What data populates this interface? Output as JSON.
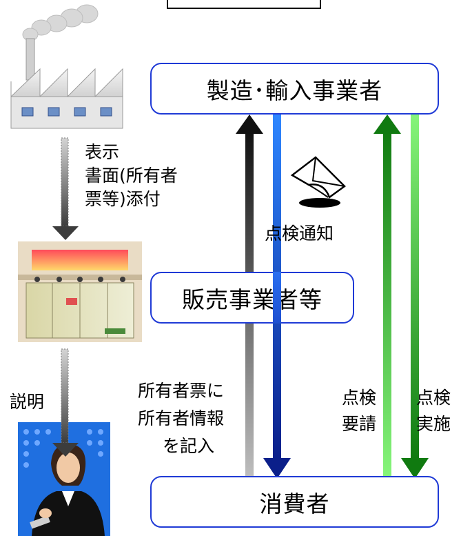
{
  "boxes": {
    "manufacturer": "製造･輸入事業者",
    "retailer": "販売事業者等",
    "consumer": "消費者"
  },
  "labels": {
    "display": "表示",
    "document_1": "書面(所有者",
    "document_2": "票等)添付",
    "explanation": "説明",
    "inspection_notice": "点検通知",
    "owner_form_1": "所有者票に",
    "owner_form_2": "所有者情報",
    "owner_form_3": "を記入",
    "inspection_request_1": "点検",
    "inspection_request_2": "要請",
    "inspection_done_1": "点検",
    "inspection_done_2": "実施"
  },
  "icons": {
    "factory": "factory-icon",
    "shop": "shop-icon",
    "person": "consumer-person-icon",
    "letter": "letter-icon"
  },
  "colors": {
    "box_border": "#1f3ad6",
    "arrow_black": "#111111",
    "arrow_blue": "#1a2fa0",
    "arrow_green": "#1f8f1f",
    "arrow_lightgreen": "#7bf06a"
  }
}
